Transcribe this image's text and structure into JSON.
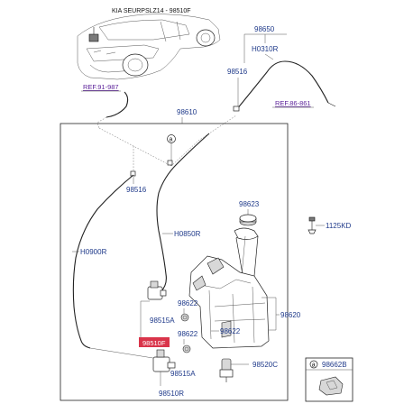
{
  "title": "KIA SEURPSLZ14 - 98510F",
  "highlight_color": "#d9344a",
  "label_color": "#1f3a8a",
  "ref_color": "#5a1f99",
  "refs": {
    "ref_left": "REF.91-987",
    "ref_right": "REF.86-861"
  },
  "parts": {
    "p98650": "98650",
    "h0310r": "H0310R",
    "p98516_top": "98516",
    "p98610": "98610",
    "callout_a": "a",
    "p98516_left": "98516",
    "h0850r": "H0850R",
    "p98623": "98623",
    "p1125kd": "1125KD",
    "h0900r": "H0900R",
    "p98622_a": "98622",
    "p98620": "98620",
    "p98515a_a": "98515A",
    "p98622_b": "98622",
    "p98622_c": "98622",
    "p98510f": "98510F",
    "p98520c": "98520C",
    "p98515a_b": "98515A",
    "p98510r": "98510R",
    "inset_callout": "a",
    "inset_part": "98662B"
  }
}
